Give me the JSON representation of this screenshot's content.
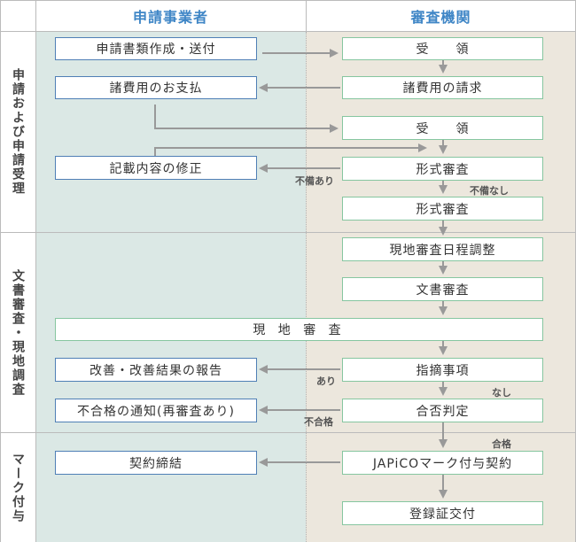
{
  "headers": {
    "applicant": "申請事業者",
    "authority": "審査機関"
  },
  "phases": [
    "申請および申請受理",
    "文書審査・現地調査",
    "マーク付与"
  ],
  "boxes": {
    "b1": "申請書類作成・送付",
    "b2": "受　　領",
    "b3": "諸費用のお支払",
    "b4": "諸費用の請求",
    "b5": "受　　領",
    "b6": "記載内容の修正",
    "b7": "形式審査",
    "b8": "形式審査",
    "b9": "現地審査日程調整",
    "b10": "文書審査",
    "b11": "現 地 審 査",
    "b12": "改善・改善結果の報告",
    "b13": "指摘事項",
    "b14": "不合格の通知(再審査あり)",
    "b15": "合否判定",
    "b16": "契約締結",
    "b17": "JAPiCOマーク付与契約",
    "b18": "登録証交付"
  },
  "labels": {
    "fubi_ari": "不備あり",
    "fubi_nashi": "不備なし",
    "ari": "あり",
    "nashi": "なし",
    "fugoukaku": "不合格",
    "goukaku": "合格"
  },
  "colors": {
    "applicant_bg": "#dbe8e5",
    "authority_bg": "#ece7dd",
    "arrow": "#999999",
    "left_border": "#4f7fb6",
    "right_border": "#86c6a0",
    "header_text": "#3f86c6"
  }
}
